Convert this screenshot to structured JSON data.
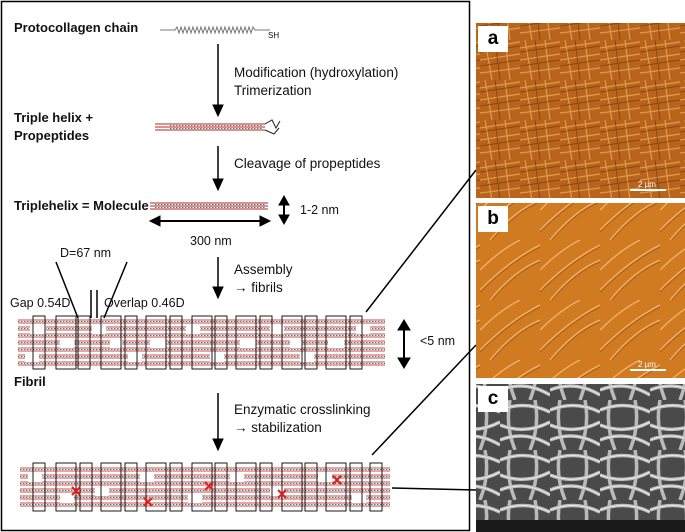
{
  "stages": {
    "protocollagen": "Protocollagen chain",
    "sh": "SH",
    "triple_helix_1": "Triple helix +",
    "triple_helix_2": "Propeptides",
    "molecule": "Triplehelix = Molecule",
    "fibril": "Fibril"
  },
  "steps": {
    "modification_1": "Modification (hydroxylation)",
    "modification_2": "Trimerization",
    "cleavage": "Cleavage of propeptides",
    "assembly_1": "Assembly",
    "assembly_2": "→ fibrils",
    "crosslink_1": "Enzymatic crosslinking",
    "crosslink_2": "→ stabilization"
  },
  "dimensions": {
    "molecule_width": "1-2 nm",
    "molecule_length": "300 nm",
    "d_period": "D=67 nm",
    "gap": "Gap 0.54D",
    "overlap": "Overlap 0.46D",
    "fibril_width": "<5 nm"
  },
  "panels": {
    "a": {
      "letter": "a",
      "scale": "2 µm"
    },
    "b": {
      "letter": "b",
      "scale": "2 µm"
    },
    "c": {
      "letter": "c"
    }
  },
  "colors": {
    "helix_strand": "#c0504d",
    "helix_dots": "#6b6b6b",
    "crosslink": "#e0201c",
    "afm_a": "#b8641c",
    "afm_b": "#d07a22",
    "sem_c": "#6e6e6e"
  }
}
